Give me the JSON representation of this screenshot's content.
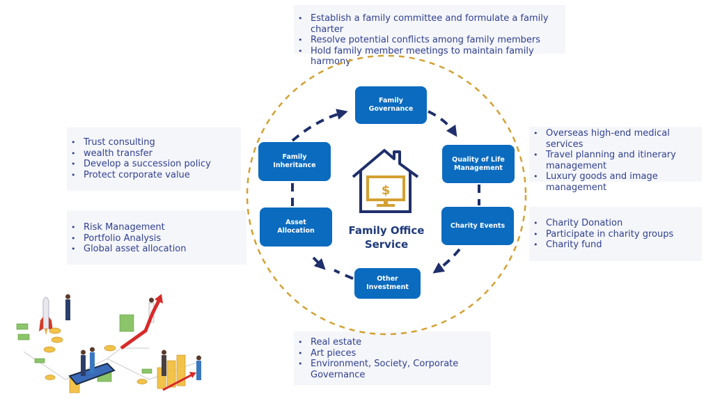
{
  "center": {
    "title_line1": "Family Office",
    "title_line2": "Service",
    "icon": "house-with-dollar-monitor-icon"
  },
  "nodes": {
    "governance": {
      "line1": "Family",
      "line2": "Governance"
    },
    "life": {
      "line1": "Quality of Life",
      "line2": "Management"
    },
    "charity": {
      "line1": "Charity Events",
      "line2": ""
    },
    "other": {
      "line1": "Other",
      "line2": "Investment"
    },
    "asset": {
      "line1": "Asset",
      "line2": "Allocation"
    },
    "inheritance": {
      "line1": "Family",
      "line2": "Inheritance"
    }
  },
  "panels": {
    "governance": [
      "Establish a family committee and formulate a family charter",
      "Resolve potential conflicts among family members",
      "Hold family member meetings to maintain family harmony"
    ],
    "inheritance": [
      "Trust consulting",
      "wealth transfer",
      "Develop a succession policy",
      "Protect corporate value"
    ],
    "asset": [
      "Risk Management",
      "Portfolio Analysis",
      "Global asset allocation"
    ],
    "life": [
      "Overseas high-end medical services",
      "Travel planning and itinerary management",
      "Luxury goods and image management"
    ],
    "charity": [
      "Charity Donation",
      "Participate in charity groups",
      "Charity fund"
    ],
    "other": [
      "Real estate",
      "Art pieces",
      "Environment, Society, Corporate Governance"
    ]
  },
  "colors": {
    "node_fill": "#0b6bbf",
    "navy": "#1f2f6b",
    "gold": "#d4a032",
    "panel_bg": "#f5f6fa",
    "panel_text": "#2f3f8f"
  },
  "illustration": "business-growth-illustration"
}
